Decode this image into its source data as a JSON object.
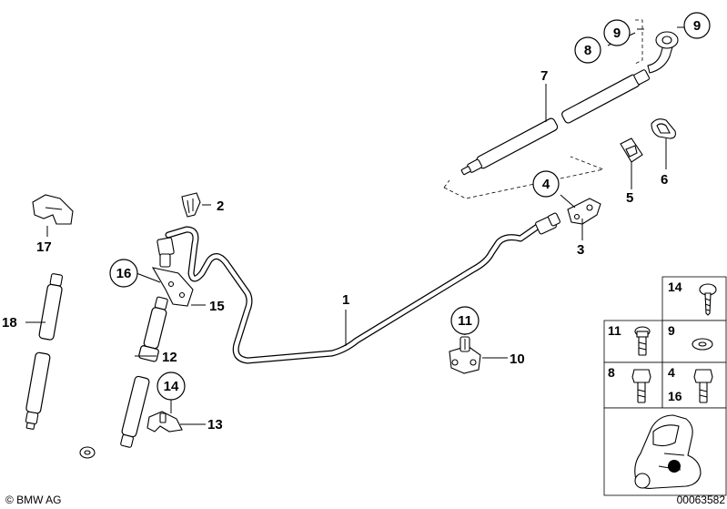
{
  "callouts": {
    "c1": "1",
    "c2": "2",
    "c3": "3",
    "c4": "4",
    "c5": "5",
    "c6": "6",
    "c7": "7",
    "c8": "8",
    "c9a": "9",
    "c9b": "9",
    "c10": "10",
    "c11": "11",
    "c12": "12",
    "c13": "13",
    "c14": "14",
    "c15": "15",
    "c16": "16",
    "c17": "17",
    "c18": "18"
  },
  "legend": {
    "l14": "14",
    "l11": "11",
    "l9": "9",
    "l8": "8",
    "l4": "4",
    "l16": "16"
  },
  "footer": {
    "copyright": "© BMW AG",
    "diagram_number": "00063582"
  }
}
